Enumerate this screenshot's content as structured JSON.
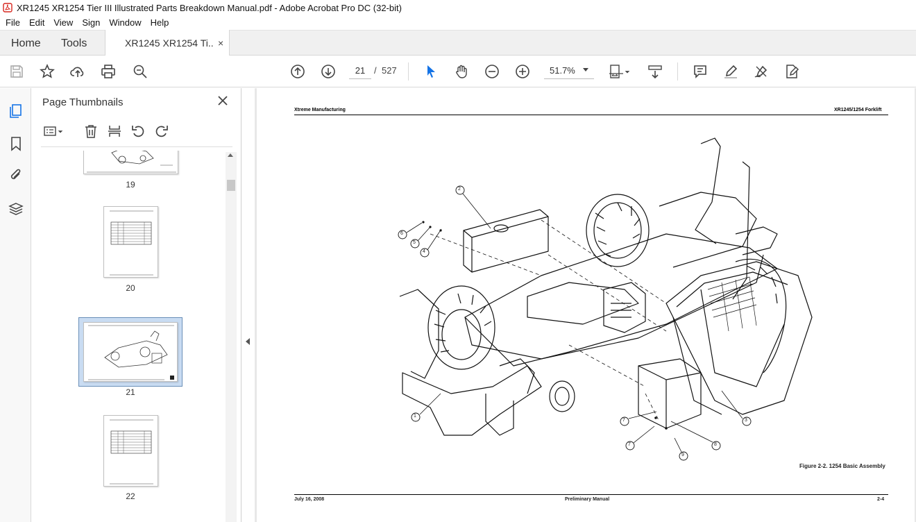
{
  "window": {
    "title": "XR1245 XR1254 Tier III Illustrated Parts Breakdown Manual.pdf - Adobe Acrobat Pro DC (32-bit)"
  },
  "menu": [
    "File",
    "Edit",
    "View",
    "Sign",
    "Window",
    "Help"
  ],
  "tabs": {
    "home": "Home",
    "tools": "Tools",
    "document": "XR1245 XR1254 Ti...",
    "close": "×"
  },
  "toolbar": {
    "current_page": "21",
    "page_separator": "/",
    "total_pages": "527",
    "zoom": "51.7%"
  },
  "panel": {
    "title": "Page Thumbnails",
    "thumbnails": [
      {
        "label": "19",
        "selected": false
      },
      {
        "label": "20",
        "selected": false
      },
      {
        "label": "21",
        "selected": true
      },
      {
        "label": "22",
        "selected": false
      }
    ]
  },
  "document": {
    "header_left": "Xtreme Manufacturing",
    "header_right": "XR1245/1254 Forklift",
    "figure_caption": "Figure 2-2.  1254 Basic Assembly",
    "footer_left": "July 16, 2008",
    "footer_center": "Preliminary Manual",
    "footer_right": "2-4",
    "callouts": [
      "1",
      "2",
      "3",
      "4",
      "5",
      "6",
      "7",
      "7",
      "8",
      "9"
    ]
  },
  "colors": {
    "selection": "#c9dcf2",
    "accent_cursor": "#1473e6",
    "acrobat_red": "#d7261e"
  }
}
